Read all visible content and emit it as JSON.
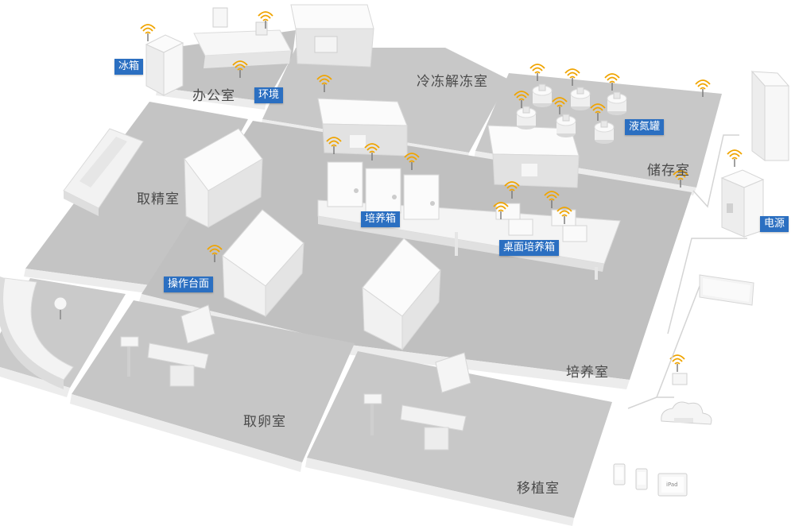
{
  "colors": {
    "floor": "#c3c3c3",
    "floor_light": "#d2d2d2",
    "wall": "#f2f2f2",
    "wall_edge": "#e2e2e2",
    "tag_bg": "#2b6fc1",
    "signal": "#f0a400",
    "line": "#d4d4d4"
  },
  "rooms": {
    "office": "办公室",
    "thaw": "冷冻解冻室",
    "storage": "储存室",
    "sperm": "取精室",
    "culture": "培养室",
    "egg": "取卵室",
    "transfer": "移植室"
  },
  "tags": {
    "fridge": "冰箱",
    "environment": "环境",
    "liquid_nitrogen": "液氮罐",
    "power": "电源",
    "incubator": "培养箱",
    "desktop_incubator": "桌面培养箱",
    "workbench": "操作台面"
  },
  "devices": {
    "ipad_label": "iPad"
  },
  "icons": {
    "signal": "wifi-signal-icon",
    "cloud": "cloud-icon",
    "phone": "phone-icon",
    "tablet": "tablet-icon",
    "server": "server-icon",
    "router": "router-icon"
  }
}
